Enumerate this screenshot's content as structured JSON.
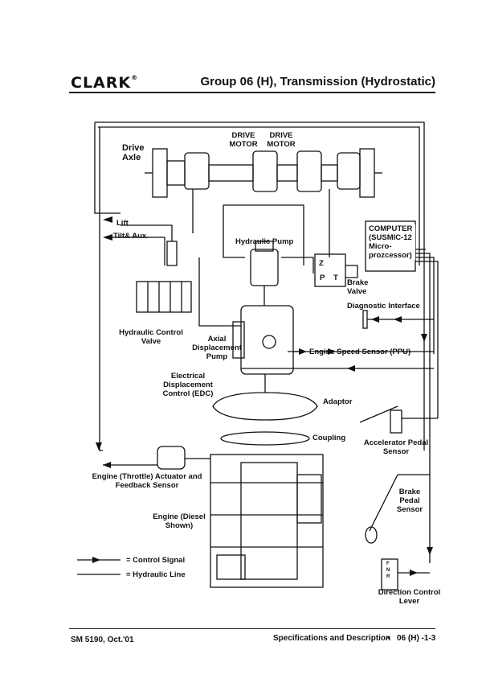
{
  "header": {
    "brand": "CLARK",
    "title": "Group 06 (H), Transmission (Hydrostatic)"
  },
  "diagram": {
    "drive_axle": "Drive Axle",
    "drive_motor_1": "DRIVE MOTOR",
    "drive_motor_2": "DRIVE MOTOR",
    "lift": "Lift",
    "tilt_aux": "Tilt& Aux.",
    "hydraulic_pump": "Hydraulic Pump",
    "computer": "COMPUTER (SUSMIC-12 Micro- prozcessor)",
    "brake_valve": "Brake Valve",
    "brake_valve_ports": [
      "Z",
      "P",
      "T"
    ],
    "diagnostic_interface": "Diagnostic Interface",
    "hydraulic_control_valve": "Hydraulic Control Valve",
    "axial_displacement_pump": "Axial Displacement Pump",
    "engine_speed_sensor": "Engine Speed Sensor (PPU)",
    "edc": "Electrical Displacement Control (EDC)",
    "adaptor": "Adaptor",
    "coupling": "Coupling",
    "accelerator_pedal_sensor": "Accelerator Pedal Sensor",
    "engine_actuator": "Engine (Throttle) Actuator and Feedback Sensor",
    "brake_pedal_sensor": "Brake Pedal Sensor",
    "engine": "Engine (Diesel Shown)",
    "direction_control_lever": "Direction Control Lever",
    "lever_positions": [
      "F",
      "N",
      "R"
    ]
  },
  "legend": {
    "control_signal": "= Control Signal",
    "hydraulic_line": "= Hydraulic Line"
  },
  "footer": {
    "doc_ref": "SM 5190, Oct.'01",
    "section": "Specifications and Description",
    "bullet": "•",
    "page": "06 (H) -1-3"
  }
}
